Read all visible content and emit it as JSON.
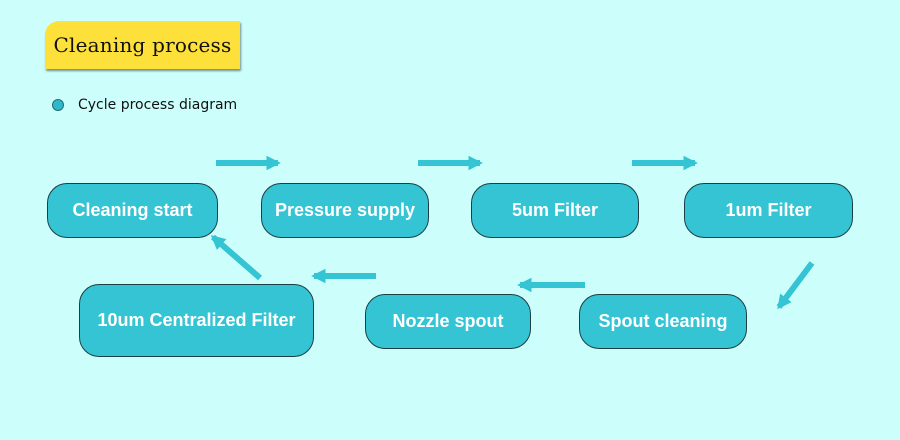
{
  "title": "Cleaning process",
  "subtitle": "Cycle process diagram",
  "colors": {
    "background": "#ccfffb",
    "node_fill": "#34c4d4",
    "arrow": "#34c4d4",
    "title_badge": "#fde13a"
  },
  "nodes": [
    {
      "label": "Cleaning start"
    },
    {
      "label": "Pressure supply"
    },
    {
      "label": "5um Filter"
    },
    {
      "label": "1um Filter"
    },
    {
      "label": "Spout cleaning"
    },
    {
      "label": "Nozzle spout"
    },
    {
      "label": "10um Centralized Filter"
    }
  ],
  "flow": [
    {
      "from": "Cleaning start",
      "to": "Pressure supply"
    },
    {
      "from": "Pressure supply",
      "to": "5um Filter"
    },
    {
      "from": "5um Filter",
      "to": "1um Filter"
    },
    {
      "from": "1um Filter",
      "to": "Spout cleaning"
    },
    {
      "from": "Spout cleaning",
      "to": "Nozzle spout"
    },
    {
      "from": "Nozzle spout",
      "to": "10um Centralized Filter"
    },
    {
      "from": "10um Centralized Filter",
      "to": "Cleaning start"
    }
  ]
}
